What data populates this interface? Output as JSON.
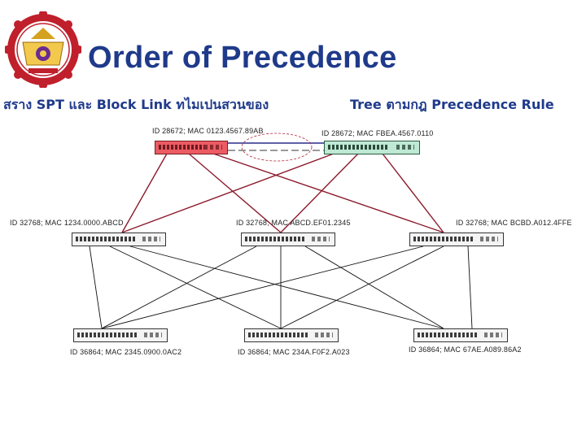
{
  "header": {
    "title": "Order of Precedence",
    "subtitle_left": "สราง SPT และ Block Link ทไมเปนสวนของ",
    "subtitle_right": "Tree ตามกฎ Precedence Rule"
  },
  "colors": {
    "title": "#1f3a8a",
    "root_switch": "#ec5b63",
    "backup_switch": "#bfe9d4",
    "uplink": "#8b1a2b",
    "trunk_active": "#2b2b8c",
    "trunk_blocked": "#9a9a9a"
  },
  "switches": {
    "core_left": {
      "label": "ID 28672; MAC 0123.4567.89AB"
    },
    "core_right": {
      "label": "ID 28672; MAC FBEA.4567.0110"
    },
    "dist_left": {
      "label": "ID 32768; MAC 1234.0000.ABCD"
    },
    "dist_mid": {
      "label": "ID 32768; MAC ABCD.EF01.2345"
    },
    "dist_right": {
      "label": "ID 32768; MAC BCBD.A012.4FFE"
    },
    "access_left": {
      "label": "ID 36864; MAC 2345.0900.0AC2"
    },
    "access_mid": {
      "label": "ID 36864; MAC 234A.F0F2.A023"
    },
    "access_right": {
      "label": "ID 36864; MAC 67AE.A089.86A2"
    }
  }
}
